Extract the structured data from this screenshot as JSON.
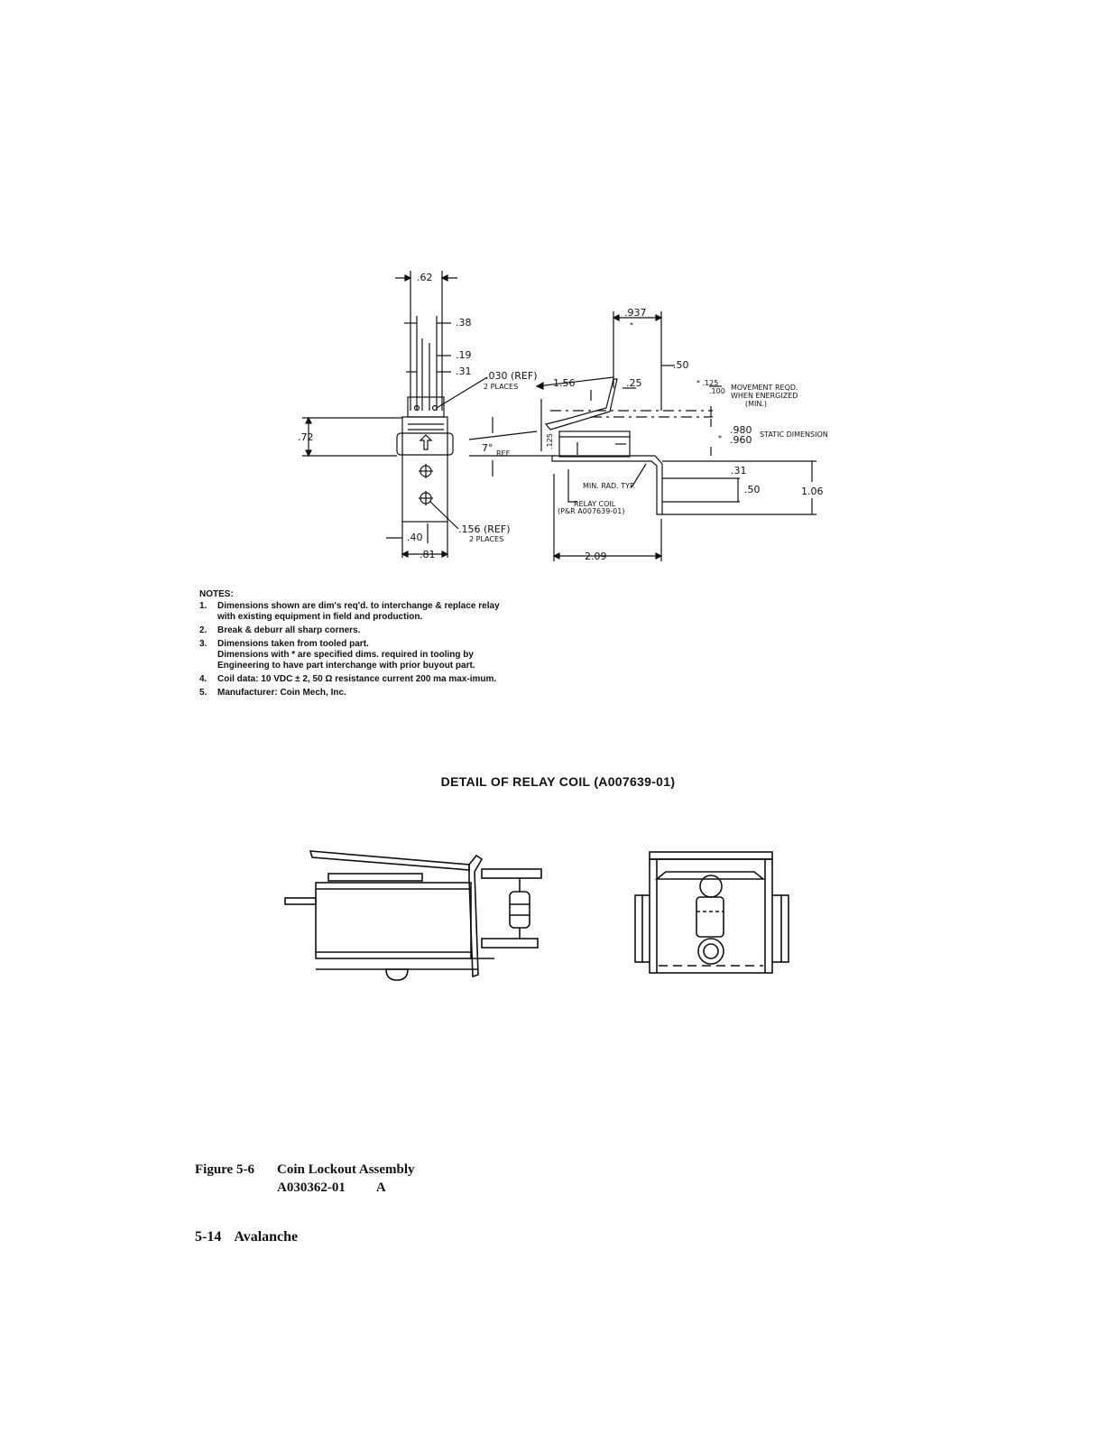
{
  "drawing": {
    "front_view": {
      "dim_62": ".62",
      "dim_38": ".38",
      "dim_19": ".19",
      "dim_31": ".31",
      "dim_72": ".72",
      "dim_40": ".40",
      "dim_81": ".81",
      "hole_note_1": ".030 (REF)",
      "hole_note_2": "2 PLACES",
      "slot_note_1": ".156 (REF)",
      "slot_note_2": "2 PLACES"
    },
    "side_view": {
      "dim_937": ".937",
      "dim_937_mark": "*",
      "dim_156": "1.56",
      "dim_25": ".25",
      "dim_50_top": ".50",
      "tol_125": "* .125",
      "tol_100": ".100",
      "movement_1": "MOVEMENT REQD.",
      "movement_2": "WHEN ENERGIZED",
      "movement_3": "(MIN.)",
      "static_980": ".980",
      "static_960": ".960",
      "static_mark": "*",
      "static_label": "STATIC DIMENSION",
      "angle": "7°",
      "angle_ref": "REF",
      "side_small": ".125",
      "dim_31_right": ".31",
      "dim_50_right": ".50",
      "dim_106": "1.06",
      "min_rad": "MIN. RAD. TYP.",
      "relay_coil_1": "RELAY COIL",
      "relay_coil_2": "(P&R A007639-01)",
      "dim_209": "2.09"
    }
  },
  "notes": {
    "heading": "NOTES:",
    "items": [
      {
        "num": "1.",
        "lines": [
          "Dimensions shown are dim's req'd. to interchange & replace relay",
          "with existing equipment in field and production."
        ]
      },
      {
        "num": "2.",
        "lines": [
          "Break & deburr all sharp corners."
        ]
      },
      {
        "num": "3.",
        "lines": [
          "Dimensions taken from tooled part.",
          "Dimensions with * are specified dims. required in tooling by Engineering to have part interchange with prior buyout part."
        ]
      },
      {
        "num": "4.",
        "lines": [
          "Coil data: 10 VDC ± 2, 50 Ω resistance current 200 ma max-imum."
        ]
      },
      {
        "num": "5.",
        "lines": [
          "Manufacturer: Coin Mech, Inc."
        ]
      }
    ]
  },
  "detail_title": "DETAIL OF RELAY COIL (A007639-01)",
  "caption": {
    "figure_label": "Figure 5-6",
    "figure_title": "Coin Lockout Assembly",
    "part_number": "A030362-01",
    "revision": "A"
  },
  "footer": {
    "page": "5-14",
    "title": "Avalanche"
  }
}
